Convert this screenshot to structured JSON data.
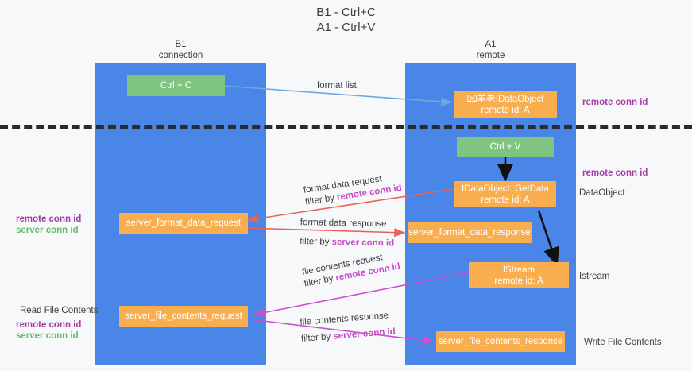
{
  "title": {
    "line1": "B1 - Ctrl+C",
    "line2": "A1 - Ctrl+V"
  },
  "columns": [
    {
      "name": "B1",
      "role": "connection"
    },
    {
      "name": "A1",
      "role": "remote"
    }
  ],
  "colors": {
    "lane": "#4a86e8",
    "green_box": "#7fc47f",
    "orange_box": "#f8ad4f",
    "remote_conn_id": "#a33ea3",
    "server_conn_id": "#66bb6a",
    "arrow_format_list": "#6fa8dc",
    "arrow_format_data": "#e8615a",
    "arrow_file_contents": "#cc4fcc",
    "arrow_local": "#000000",
    "divider": "#2b2b2b",
    "background": "#f7f8f9"
  },
  "boxes": {
    "ctrl_c": {
      "label": "Ctrl + C",
      "style": "green"
    },
    "idataobject": {
      "line1": "⌧⽺⽼IDataObject",
      "line2": "remote id: A",
      "style": "orange"
    },
    "ctrl_v": {
      "label": "Ctrl + V",
      "style": "green"
    },
    "getdata": {
      "line1": "IDataObject::GetData",
      "line2": "remote id: A",
      "style": "orange"
    },
    "server_format_data_request": {
      "label": "server_format_data_request",
      "style": "orange"
    },
    "server_format_data_response": {
      "label": "server_format_data_response",
      "style": "orange"
    },
    "istream": {
      "line1": "IStream",
      "line2": "remote id: A",
      "style": "orange"
    },
    "server_file_contents_request": {
      "label": "server_file_contents_request",
      "style": "orange"
    },
    "server_file_contents_response": {
      "label": "server_file_contents_response",
      "style": "orange"
    }
  },
  "arrow_labels": {
    "format_list": {
      "text": "format list"
    },
    "format_data_request": {
      "text": "format data request",
      "filter_prefix": "filter by ",
      "filter_key": "remote conn id"
    },
    "format_data_response": {
      "text": "format data response",
      "filter_prefix": "filter by ",
      "filter_key": "server conn id"
    },
    "file_contents_request": {
      "text": "file contents request",
      "filter_prefix": "filter by ",
      "filter_key": "remote conn id"
    },
    "file_contents_response": {
      "text": "file contents response",
      "filter_prefix": "filter by ",
      "filter_key": "server conn id"
    }
  },
  "right_notes": {
    "remote_conn_id_top": "remote conn id",
    "remote_conn_id_mid": "remote conn id",
    "dataobject": "DataObject",
    "istream": "Istream",
    "write_file_contents": "Write File Contents"
  },
  "left_notes": {
    "remote_conn_id_mid": "remote conn id",
    "server_conn_id_mid": "server conn id",
    "read_file_contents": "Read File Contents",
    "remote_conn_id_bottom": "remote conn id",
    "server_conn_id_bottom": "server conn id"
  }
}
